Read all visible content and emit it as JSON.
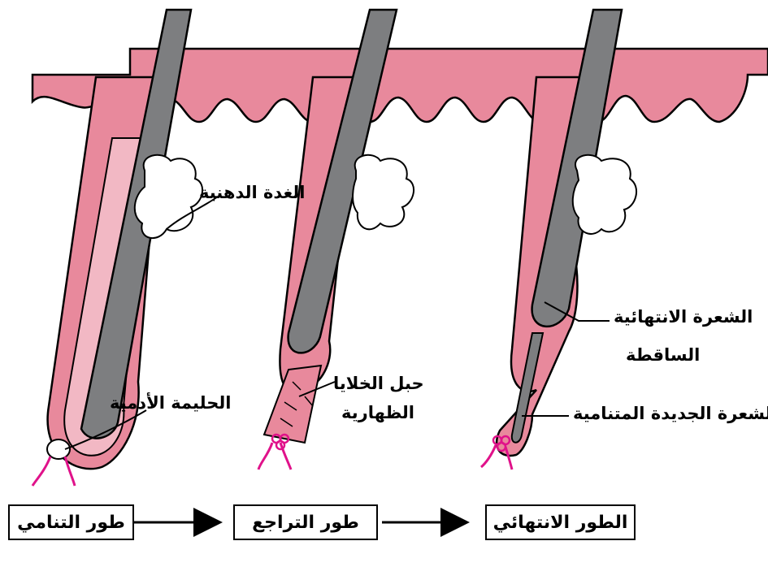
{
  "colors": {
    "skin": "#e8899c",
    "skin_light": "#f2b8c4",
    "hair": "#7d7e80",
    "papilla": "#e0128a",
    "outline": "#000000"
  },
  "labels": {
    "sebaceous_gland": "الغدة الدهنية",
    "dermal_papilla": "الحليمة الأدمية",
    "epithelial_strand_line1": "حبل الخلايا",
    "epithelial_strand_line2": "الظهارية",
    "club_hair_line1": "الشعرة الانتهائية",
    "club_hair_line2": "الساقطة",
    "new_hair": "الشعرة الجديدة المتنامية"
  },
  "stages": [
    {
      "label": "طور التنامي"
    },
    {
      "label": "طور التراجع"
    },
    {
      "label": "الطور الانتهائي"
    }
  ]
}
